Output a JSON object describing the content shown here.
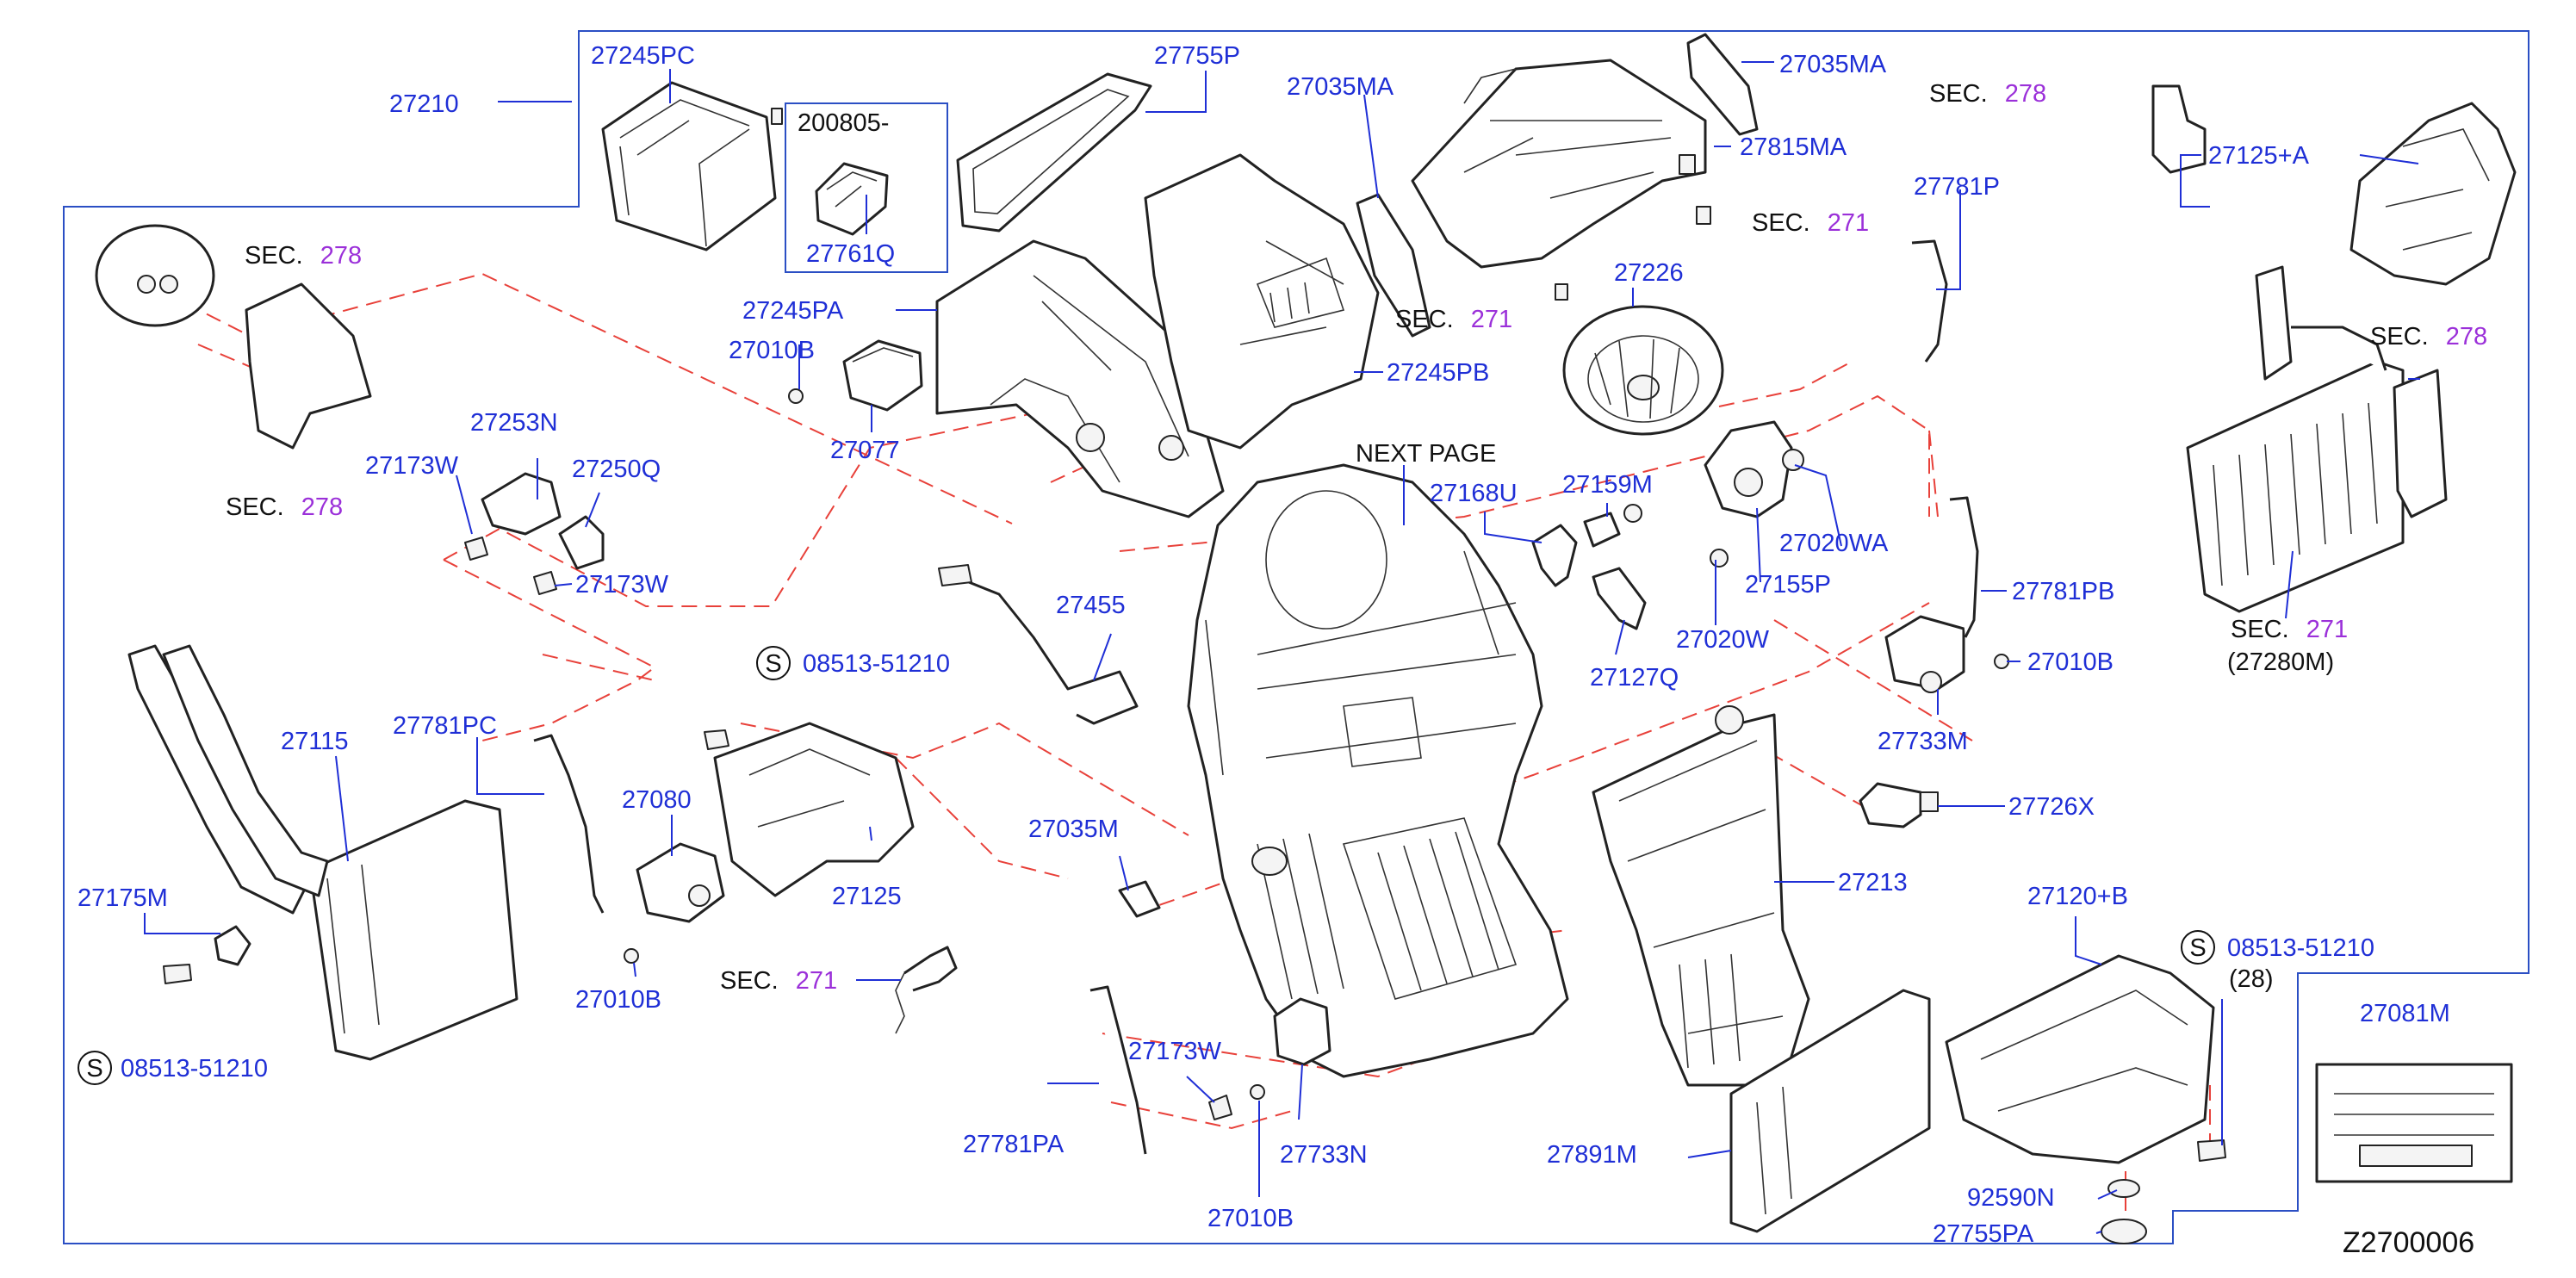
{
  "diagram_id": "Z2700006",
  "next_page": "NEXT PAGE",
  "sec": "SEC.",
  "sec_numbers": {
    "n278": "278",
    "n271": "271"
  },
  "inset_date": "200805-",
  "s_symbol": "S",
  "colors": {
    "part_number": "#1f2fd6",
    "section_number": "#9b30d9",
    "dashed": "#e8413a",
    "frame": "#2b4fc4"
  },
  "labels": {
    "l27210": "27210",
    "l27245PC": "27245PC",
    "l27755P": "27755P",
    "l27035MA_a": "27035MA",
    "l27035MA_b": "27035MA",
    "l27815MA": "27815MA",
    "l27761Q": "27761Q",
    "l27245PA": "27245PA",
    "l27010B_a": "27010B",
    "l27077": "27077",
    "l27245PB": "27245PB",
    "l27226": "27226",
    "l27781P": "27781P",
    "l27125A": "27125+A",
    "l27253N": "27253N",
    "l27173W_a": "27173W",
    "l27250Q": "27250Q",
    "l27173W_b": "27173W",
    "l27168U": "27168U",
    "l27159M": "27159M",
    "l27020WA": "27020WA",
    "l27155P": "27155P",
    "l27020W": "27020W",
    "l27127Q": "27127Q",
    "l27781PB": "27781PB",
    "l27280M": "(27280M)",
    "l27010B_b": "27010B",
    "l27733M": "27733M",
    "l27455": "27455",
    "l08513_a": "08513-51210",
    "l27115": "27115",
    "l27781PC": "27781PC",
    "l27080": "27080",
    "l27125": "27125",
    "l27035M": "27035M",
    "l27726X": "27726X",
    "l27213": "27213",
    "l27175M": "27175M",
    "l27010B_c": "27010B",
    "l27120B": "27120+B",
    "l08513_b": "08513-51210",
    "l28": "(28)",
    "l08513_c": "08513-51210",
    "l27081M": "27081M",
    "l27173W_c": "27173W",
    "l27781PA": "27781PA",
    "l27733N": "27733N",
    "l27010B_d": "27010B",
    "l27891M": "27891M",
    "l92590N": "92590N",
    "l27755PA": "27755PA"
  }
}
